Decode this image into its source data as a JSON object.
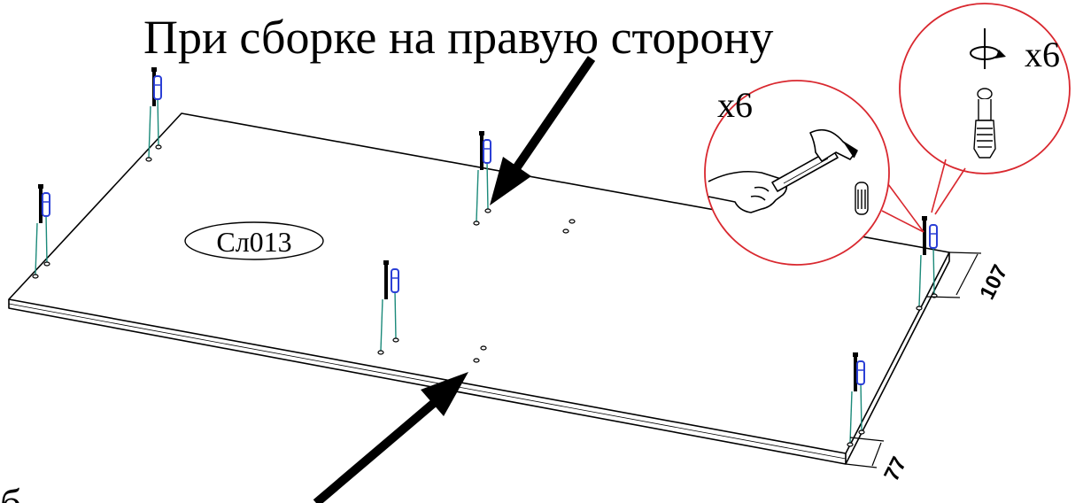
{
  "heading": "При сборке на правую сторону",
  "part_label": "Сл013",
  "dowel_callout": {
    "quantity": "x6"
  },
  "screw_callout": {
    "quantity": "x6"
  },
  "dimensions": {
    "side_right": "107",
    "front_right": "77"
  },
  "bottom_cropped_text": "б",
  "colors": {
    "line": "#000000",
    "callout": "#d9282f",
    "cam_blue": "#2b3fd6",
    "dowel_teal": "#1c8a7a"
  },
  "icons": [
    "hammer-icon",
    "hand-icon",
    "screwdriver-rotate-icon",
    "cam-screw-icon",
    "wood-dowel-icon"
  ]
}
